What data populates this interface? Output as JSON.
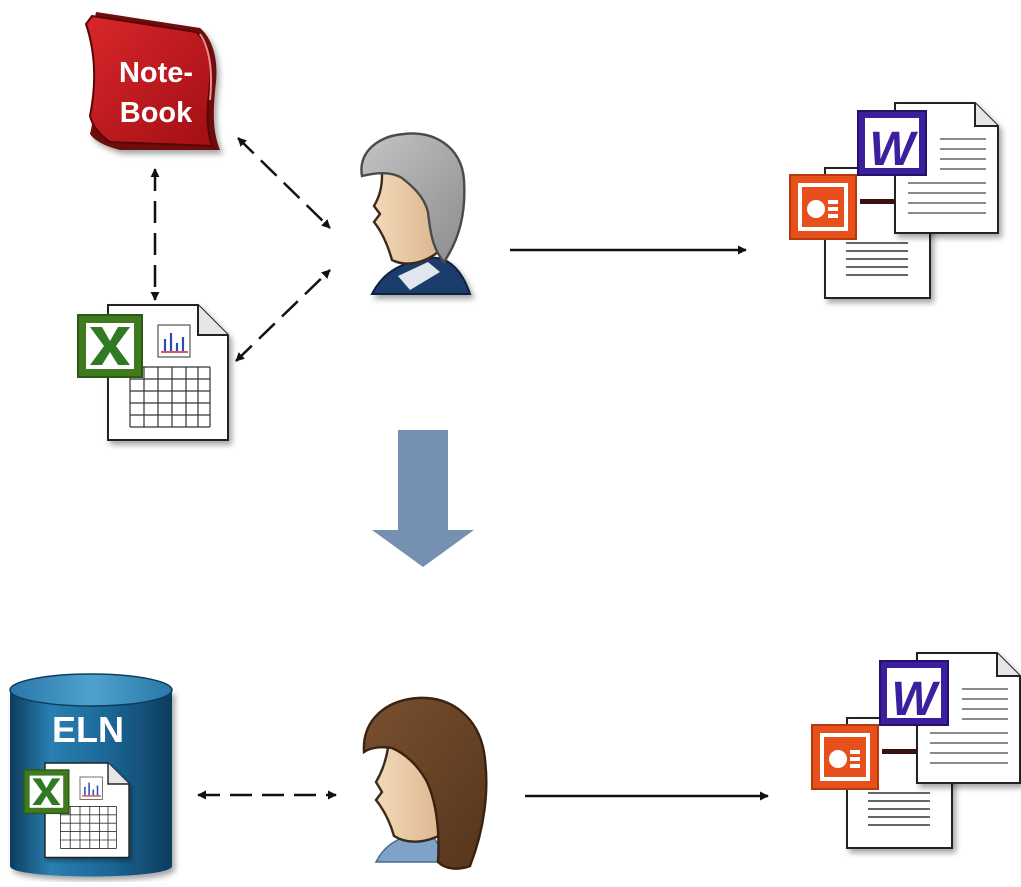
{
  "notebook": {
    "line1": "Note-",
    "line2": "Book"
  },
  "eln": {
    "label": "ELN"
  },
  "word_icon_letter": "W",
  "colors": {
    "notebook_red": "#c0171b",
    "excel_green": "#3f7a1f",
    "word_purple": "#3b1f9c",
    "powerpoint_orange": "#e8501b",
    "eln_blue": "#1a5f8c",
    "transition_arrow": "#7590b1",
    "male_hair": "#a9a9a9",
    "female_hair": "#6a4426",
    "skin": "#e8c9a4"
  }
}
